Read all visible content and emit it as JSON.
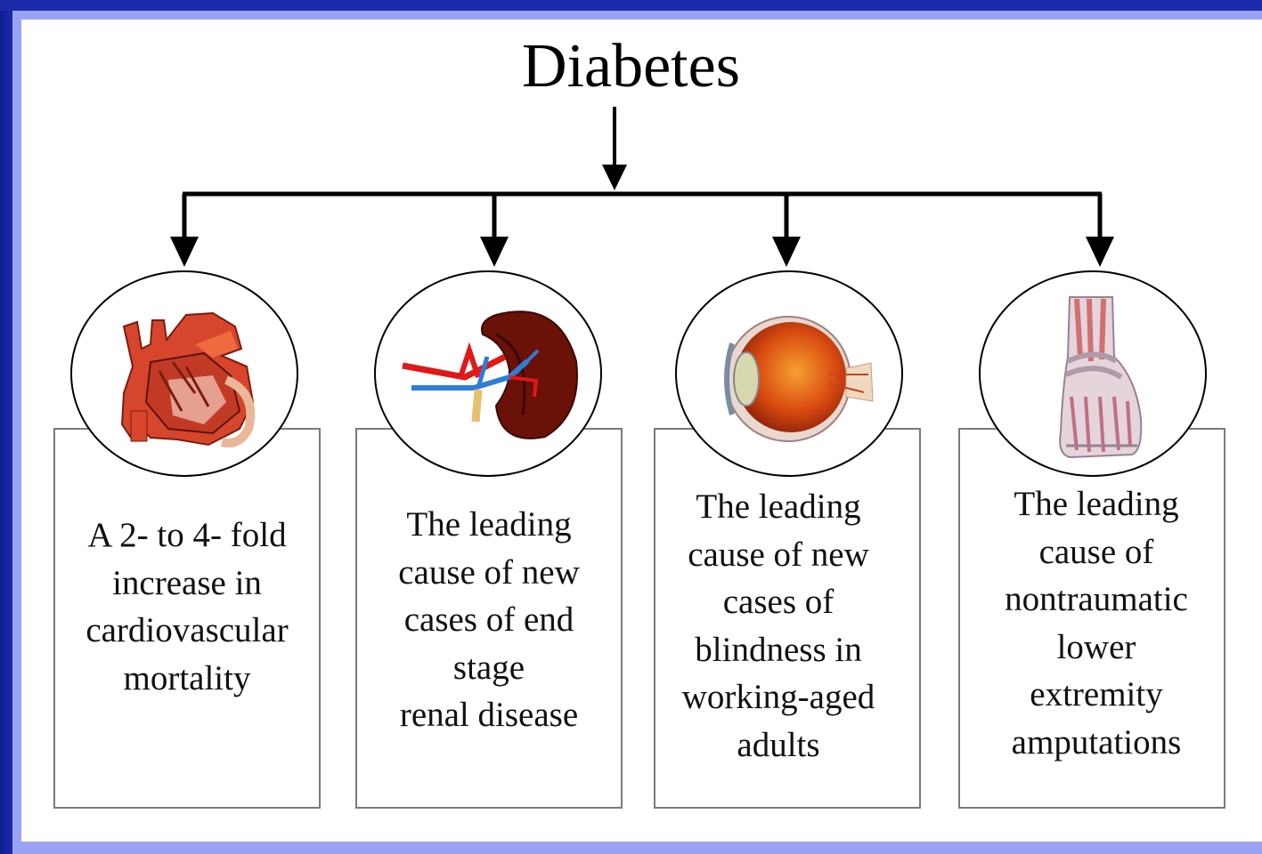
{
  "title": "Diabetes",
  "items": [
    {
      "icon": "heart-icon",
      "text": "A 2- to 4- fold\nincrease in\ncardiovascular\nmortality"
    },
    {
      "icon": "kidney-icon",
      "text": "The leading\ncause of new\ncases of end\nstage\nrenal disease"
    },
    {
      "icon": "eye-icon",
      "text": "The leading\ncause of new\ncases of\nblindness in\nworking-aged\nadults"
    },
    {
      "icon": "foot-icon",
      "text": "The leading\ncause of\nnontraumatic\nlower\nextremity\namputations"
    }
  ],
  "colors": {
    "frame_outer": "#1b2aa8",
    "frame_inner": "#9aa3f3",
    "line": "#000000"
  }
}
